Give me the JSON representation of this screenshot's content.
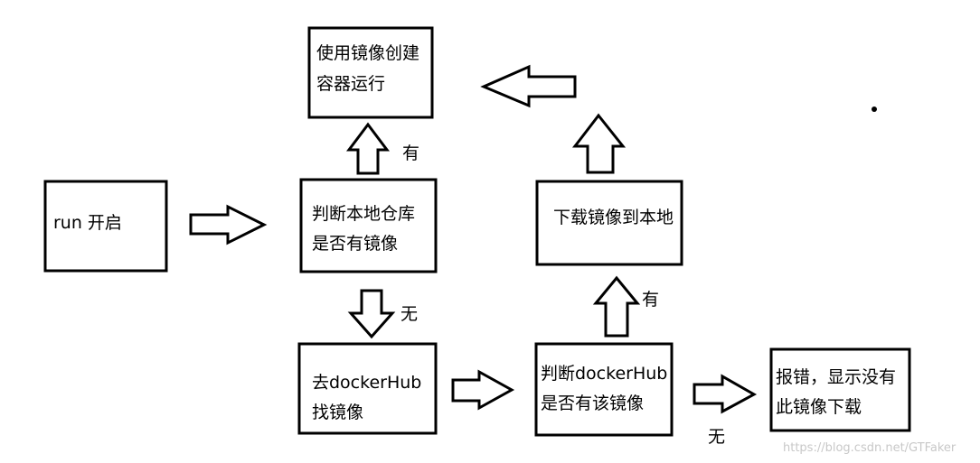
{
  "nodes": {
    "run_start": {
      "lines": [
        "run 开启"
      ]
    },
    "check_local": {
      "lines": [
        "判断本地仓库",
        "是否有镜像"
      ]
    },
    "create_container": {
      "lines": [
        "使用镜像创建",
        "容器运行"
      ]
    },
    "go_dockerhub": {
      "lines": [
        "去dockerHub",
        "找镜像"
      ]
    },
    "check_dockerhub": {
      "lines": [
        "判断dockerHub",
        "是否有该镜像"
      ]
    },
    "download_local": {
      "lines": [
        "下载镜像到本地"
      ]
    },
    "error": {
      "lines": [
        "报错，显示没有",
        "此镜像下载"
      ]
    }
  },
  "edge_labels": {
    "local_yes": "有",
    "local_no": "无",
    "hub_yes": "有",
    "hub_no": "无"
  },
  "watermark": "https://blog.csdn.net/GTFaker",
  "colors": {
    "stroke": "#000000",
    "fill": "#ffffff",
    "watermark": "#c8c8c8"
  }
}
